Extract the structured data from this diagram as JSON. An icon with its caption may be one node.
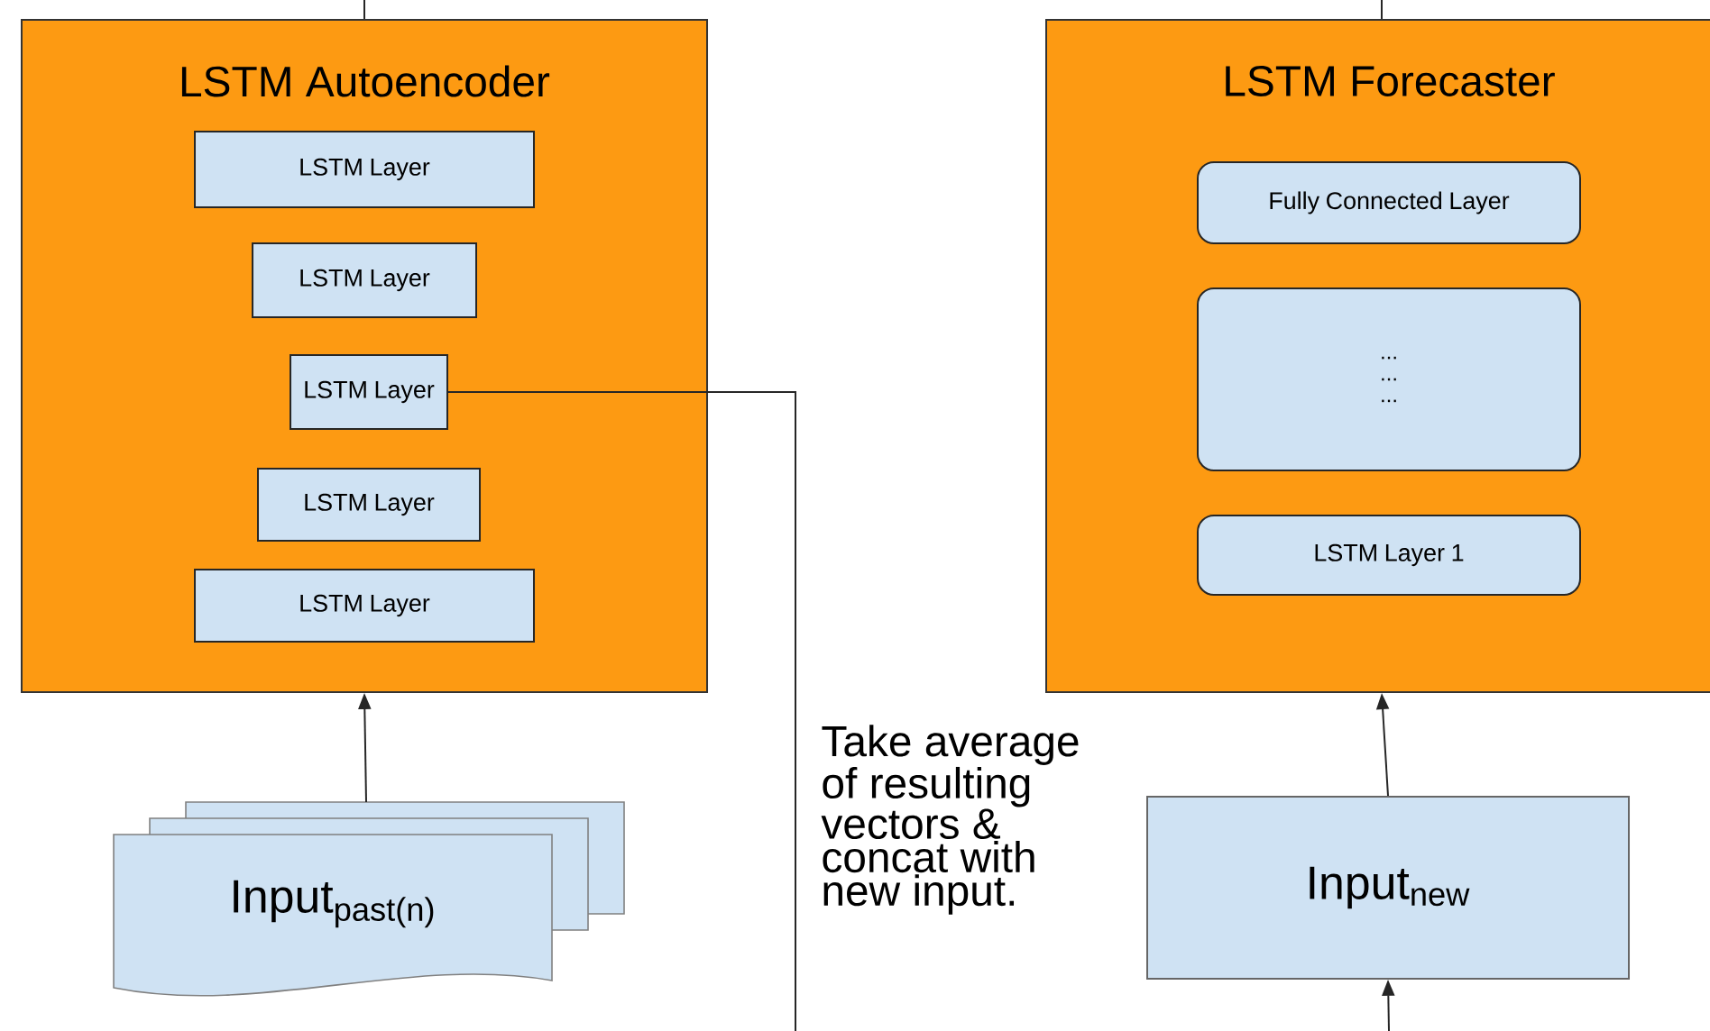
{
  "diagram": {
    "nodes": [
      {
        "text": [
          "LSTM Autoencoder"
        ]
      },
      {
        "text": [
          "LSTM Layer"
        ],
        "in": 0
      },
      {
        "text": [
          "LSTM Layer"
        ],
        "in": 0
      },
      {
        "text": [
          "LSTM Layer"
        ],
        "in": 0
      },
      {
        "text": [
          "LSTM Layer"
        ],
        "in": 0
      },
      {
        "text": [
          "LSTM Layer"
        ],
        "in": 0
      },
      {
        "text": [
          "LSTM Forecaster"
        ]
      },
      {
        "text": [
          "Fully Connected Layer"
        ],
        "in": 6
      },
      {
        "text": [
          "... ... ..."
        ],
        "in": 6
      },
      {
        "text": [
          "LSTM Layer 1"
        ],
        "in": 6
      },
      {
        "text": [
          "Input$_{past(n)}$"
        ]
      },
      {
        "text": [
          "Input$_{new}$"
        ]
      }
    ],
    "edges": [
      {
        "from": 10,
        "to": 0,
        "arrow": "to"
      },
      {
        "from": 11,
        "to": 6,
        "arrow": "to"
      },
      {
        "from": 3,
        "to": null,
        "arrow": "none"
      },
      {
        "from": null,
        "to": 11,
        "arrow": "to"
      },
      {
        "from": 0,
        "to": null,
        "arrow": "none"
      },
      {
        "from": 6,
        "to": null,
        "arrow": "none"
      }
    ],
    "labels": [
      "Take average of resulting vectors & concat with new input."
    ]
  }
}
